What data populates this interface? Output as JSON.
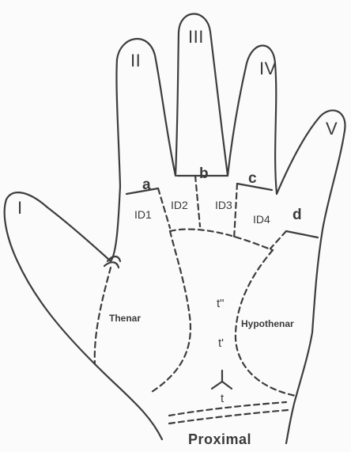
{
  "fingers": {
    "thumb": "I",
    "index": "II",
    "middle": "III",
    "ring": "IV",
    "little": "V"
  },
  "triradii_digital": {
    "a": "a",
    "b": "b",
    "c": "c",
    "d": "d"
  },
  "interdigital_areas": {
    "id1": "ID1",
    "id2": "ID2",
    "id3": "ID3",
    "id4": "ID4"
  },
  "regions": {
    "thenar": "Thenar",
    "hypothenar": "Hypothenar"
  },
  "axial_triradii": {
    "t_double_prime": "t\"",
    "t_prime": "t'",
    "t": "t"
  },
  "wrist_label": "Proximal"
}
